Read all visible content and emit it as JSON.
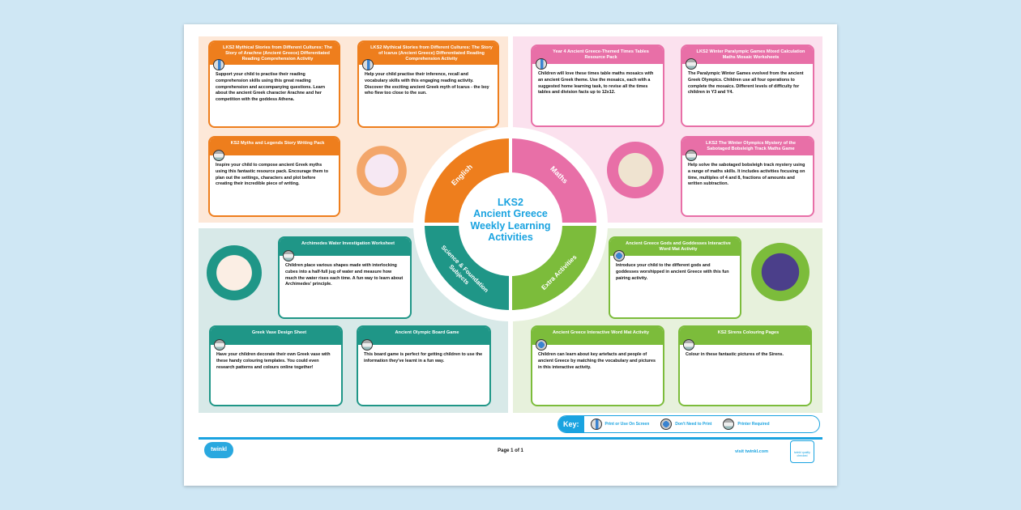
{
  "center": {
    "title": "LKS2 Ancient Greece Weekly Learning Activities",
    "line1": "LKS2",
    "line2": "Ancient Greece",
    "line3": "Weekly Learning",
    "line4": "Activities"
  },
  "segments": {
    "english": "English",
    "maths": "Maths",
    "science": "Science & Foundation Subjects",
    "extra": "Extra Activities"
  },
  "colors": {
    "english": "#ee7e1d",
    "maths": "#e86fa7",
    "science": "#1f9687",
    "extra": "#7cbc3b",
    "title": "#1aa3e0"
  },
  "english": [
    {
      "title": "LKS2 Mythical Stories from Different Cultures: The Story of Arachne (Ancient Greece) Differentiated Reading Comprehension Activity",
      "icon": "tablet-icon",
      "text": "Support your child to practise their reading comprehension skills using this great reading comprehension and accompanying questions. Learn about the ancient Greek character Arachne and her competition with the goddess Athena."
    },
    {
      "title": "LKS2 Mythical Stories from Different Cultures: The Story of Icarus (Ancient Greece) Differentiated Reading Comprehension Activity",
      "icon": "tablet-icon",
      "text": "Help your child practise their inference, recall and vocabulary skills with this engaging reading activity. Discover the exciting ancient Greek myth of Icarus - the boy who flew too close to the sun."
    },
    {
      "title": "KS2 Myths and Legends Story Writing Pack",
      "icon": "printer-icon",
      "text": "Inspire your child to compose ancient Greek myths using this fantastic resource pack. Encourage them to plan out the settings, characters and plot before creating their incredible piece of writing."
    }
  ],
  "maths": [
    {
      "title": "Year 4 Ancient Greece-Themed Times Tables Resource Pack",
      "icon": "tablet-icon",
      "text": "Children will love these times table maths mosaics with an ancient Greek theme. Use the mosaics, each with a suggested home learning task, to revise all the times tables and division facts up to 12x12."
    },
    {
      "title": "LKS2 Winter Paralympic Games Mixed Calculation Maths Mosaic Worksheets",
      "icon": "printer-icon",
      "text": "The Paralympic Winter Games evolved from the ancient Greek Olympics. Children use all four operations to complete the mosaics. Different levels of difficulty for children in Y3 and Y4."
    },
    {
      "title": "LKS2 The Winter Olympics Mystery of the Sabotaged Bobsleigh Track Maths Game",
      "icon": "printer-icon",
      "text": "Help solve the sabotaged bobsleigh track mystery using a range of maths skills. It includes activities focusing on time, multiples of 4 and 8, fractions of amounts and written subtraction."
    }
  ],
  "science": [
    {
      "title": "Archimedes Water Investigation Worksheet",
      "icon": "printer-icon",
      "text": "Children place various shapes made with interlocking cubes into a half-full jug of water and measure how much the water rises each time. A fun way to learn about Archimedes' principle."
    },
    {
      "title": "Greek Vase Design Sheet",
      "icon": "printer-icon",
      "text": "Have your children decorate their own Greek vase with these handy colouring templates. You could even research patterns and colours online together!"
    },
    {
      "title": "Ancient Olympic Board Game",
      "icon": "printer-icon",
      "text": "This board game is perfect for getting children to use the information they've learnt in a fun way."
    }
  ],
  "extra": [
    {
      "title": "Ancient Greece Gods and Goddesses Interactive Word Mat Activity",
      "icon": "computer-icon",
      "text": "Introduce your child to the different gods and goddesses worshipped in ancient Greece with this fun pairing activity."
    },
    {
      "title": "Ancient Greece Interactive Word Mat Activity",
      "icon": "computer-icon",
      "text": "Children can learn about key artefacts and people of ancient Greece by matching the vocabulary and pictures in this interactive activity."
    },
    {
      "title": "KS2 Sirens Colouring Pages",
      "icon": "printer-icon",
      "text": "Colour in these fantastic pictures of the Sirens."
    }
  ],
  "key": {
    "label": "Key:",
    "items": [
      "Print or Use On Screen",
      "Don't Need to Print",
      "Printer Required"
    ]
  },
  "footer": {
    "logo": "twinkl",
    "page": "Page 1 of 1",
    "url": "visit twinkl.com",
    "badge": "twinkl quality checked"
  }
}
